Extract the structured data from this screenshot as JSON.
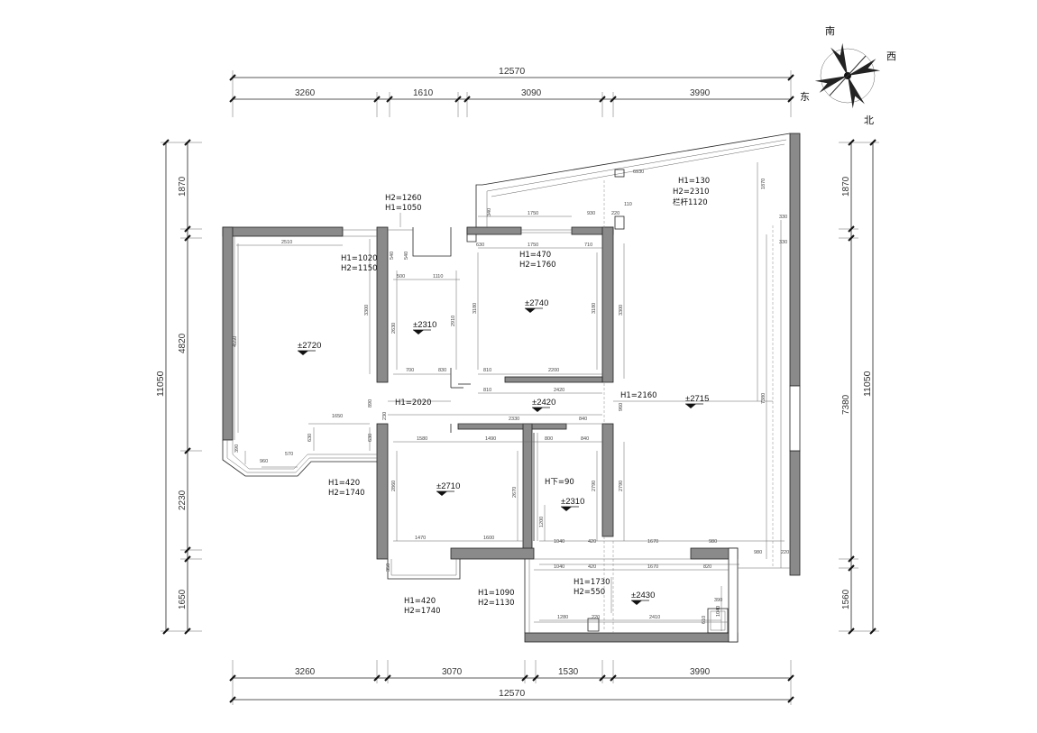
{
  "compass": {
    "south": "南",
    "west": "西",
    "east": "东",
    "north": "北"
  },
  "dimensions": {
    "top_total": "12570",
    "top_segments": [
      "3260",
      "1610",
      "3090",
      "3990"
    ],
    "bottom_total": "12570",
    "bottom_segments": [
      "3260",
      "3070",
      "1530",
      "3990"
    ],
    "left_total": "11050",
    "left_segments": [
      "1870",
      "4820",
      "2230",
      "1650"
    ],
    "right_total": "11050",
    "right_segments": [
      "1870",
      "7380",
      "1560"
    ]
  },
  "annotations": {
    "a1": "H2=1260",
    "a2": "H1=1050",
    "a3": "H1=1020",
    "a4": "H2=1150",
    "a5": "H1=470",
    "a6": "H2=1760",
    "a7": "H1=130",
    "a8": "H2=2310",
    "a9": "栏杆1120",
    "a10": "H1=2020",
    "a11": "H1=2160",
    "a12": "H1=420",
    "a13": "H2=1740",
    "a14": "H下=90",
    "a15": "H1=420",
    "a16": "H2=1740",
    "a17": "H1=1090",
    "a18": "H2=1130",
    "a19": "H1=1730",
    "a20": "H2=550"
  },
  "elevations": {
    "e1": "±2720",
    "e2": "±2310",
    "e3": "±2740",
    "e4": "±2715",
    "e5": "±2420",
    "e6": "±2710",
    "e7": "±2310",
    "e8": "±2430"
  },
  "inner_dims": {
    "d1": "2510",
    "d2": "4550",
    "d3": "3300",
    "d4": "1110",
    "d5": "500",
    "d6": "2630",
    "d7": "2910",
    "d8": "1750",
    "d9": "930",
    "d10": "1750",
    "d11": "630",
    "d12": "710",
    "d13": "3180",
    "d14": "3180",
    "d15": "3300",
    "d16": "700",
    "d17": "830",
    "d18": "810",
    "d19": "2200",
    "d20": "810",
    "d21": "2420",
    "d22": "6930",
    "d23": "1870",
    "d24": "7380",
    "d25": "1650",
    "d26": "630",
    "d27": "630",
    "d28": "960",
    "d29": "570",
    "d30": "390",
    "d31": "890",
    "d32": "2330",
    "d33": "840",
    "d34": "1580",
    "d35": "1490",
    "d36": "800",
    "d37": "840",
    "d38": "2860",
    "d39": "2670",
    "d40": "2790",
    "d41": "2790",
    "d42": "1470",
    "d43": "1600",
    "d44": "1040",
    "d45": "420",
    "d46": "1670",
    "d47": "980",
    "d48": "980",
    "d49": "1040",
    "d50": "420",
    "d51": "1670",
    "d52": "820",
    "d53": "1280",
    "d54": "220",
    "d55": "2410",
    "d56": "390",
    "d57": "610",
    "d58": "1040",
    "d59": "1200",
    "d60": "330",
    "d61": "330",
    "d62": "220",
    "d63": "110",
    "d64": "220",
    "d65": "540",
    "d66": "540",
    "d67": "340",
    "d68": "230",
    "d69": "960",
    "d70": "350"
  }
}
